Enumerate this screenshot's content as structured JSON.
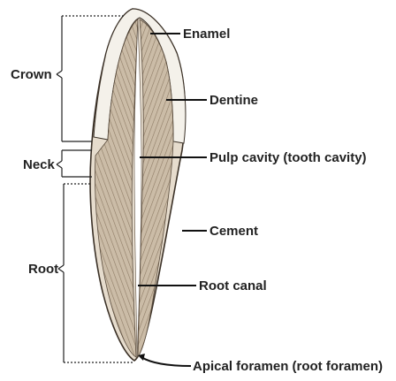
{
  "diagram": {
    "regions": [
      "Crown",
      "Neck",
      "Root"
    ],
    "parts": [
      "Enamel",
      "Dentine",
      "Pulp cavity (tooth cavity)",
      "Cement",
      "Root canal",
      "Apical foramen (root foramen)"
    ],
    "colors": {
      "enamel": "#f4f1ea",
      "dentine": "#c9b9a3",
      "dentine_stripe": "#8e7c66",
      "cement": "#ddd0bd",
      "outline": "#3b3127",
      "pulp": "#ffffff",
      "text": "#222222"
    }
  }
}
